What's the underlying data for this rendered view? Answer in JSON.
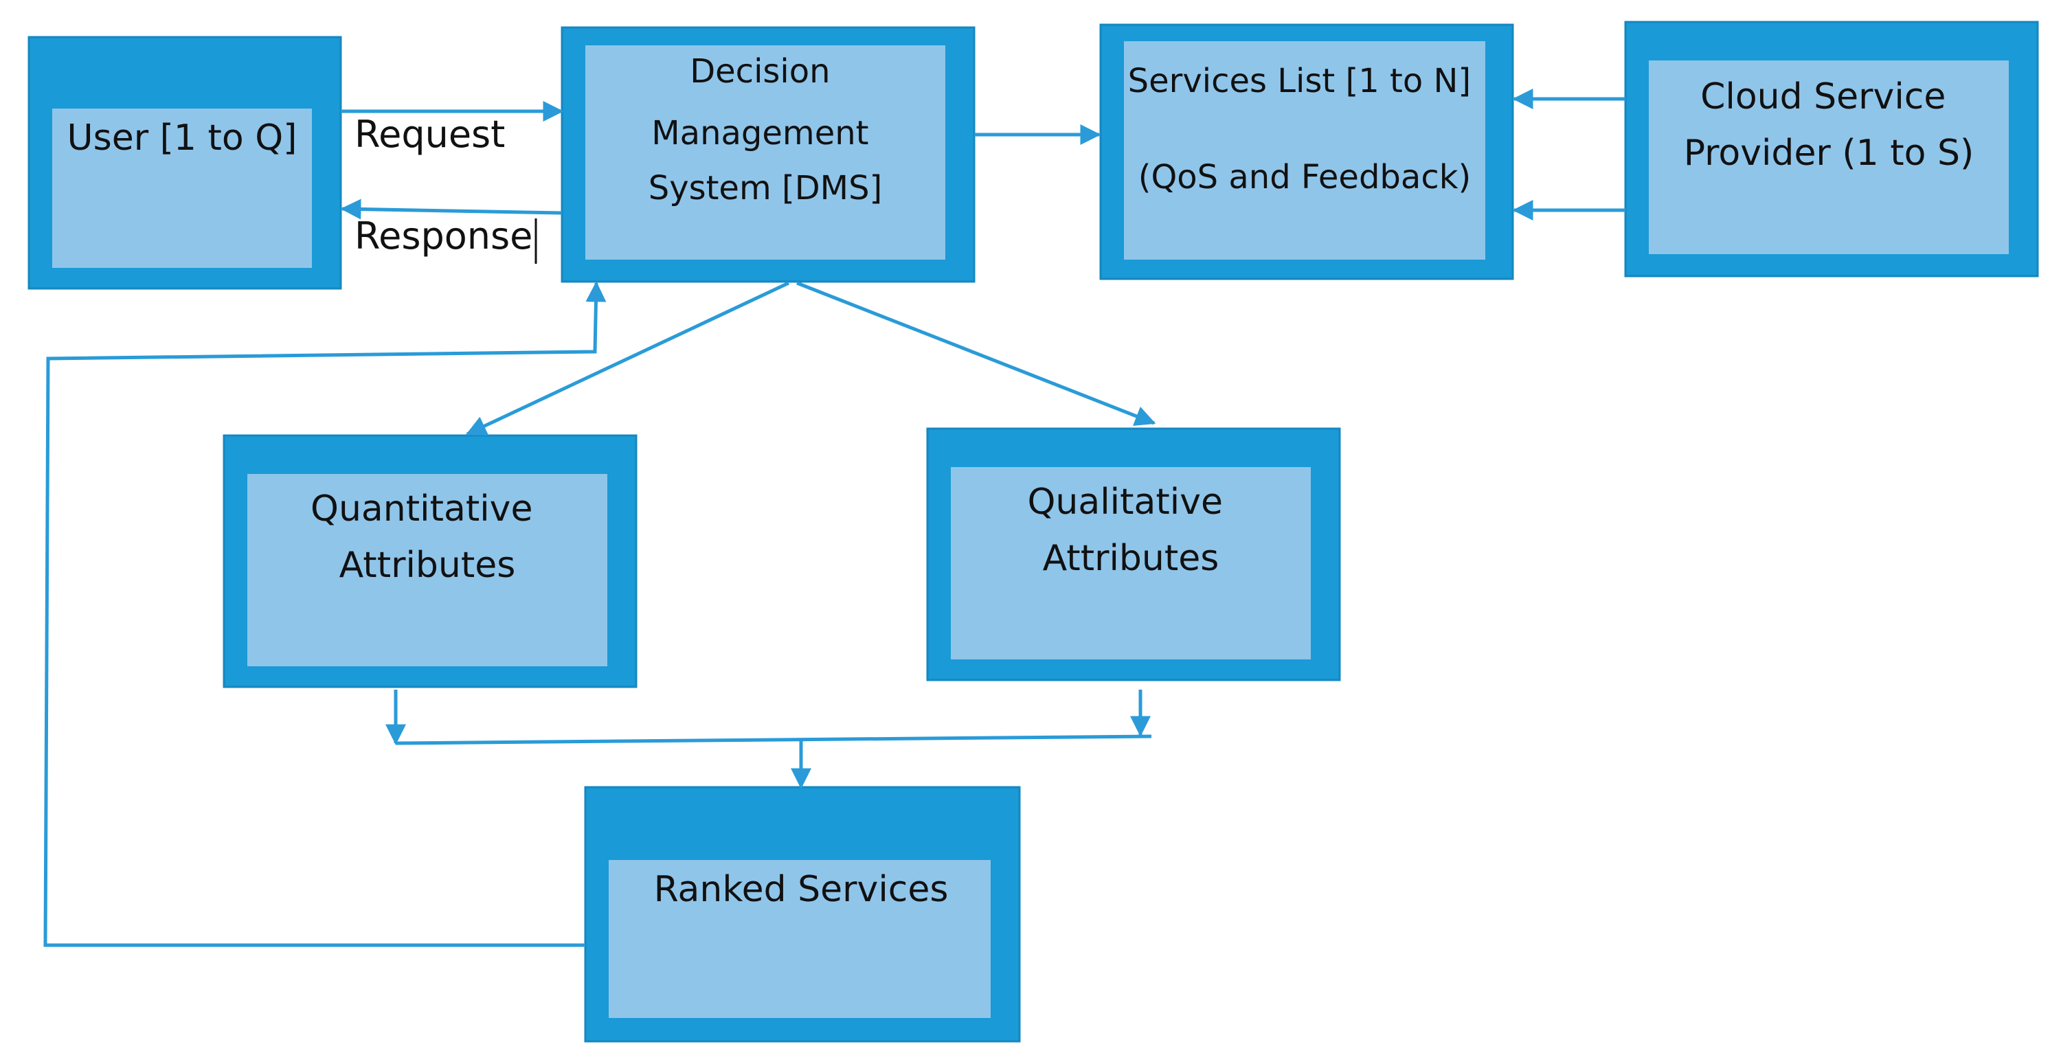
{
  "diagram": {
    "nodes": {
      "user": {
        "lines": [
          "User [1 to Q]"
        ]
      },
      "dms": {
        "lines": [
          "Decision",
          "Management",
          "System [DMS]"
        ]
      },
      "services_list": {
        "lines": [
          "Services List [1 to N]",
          "",
          "(QoS and Feedback)"
        ]
      },
      "cloud_provider": {
        "lines": [
          "Cloud Service",
          "Provider (1 to S)"
        ]
      },
      "quantitative": {
        "lines": [
          "Quantitative",
          "Attributes"
        ]
      },
      "qualitative": {
        "lines": [
          "Qualitative",
          "Attributes"
        ]
      },
      "ranked": {
        "lines": [
          "Ranked Services"
        ]
      }
    },
    "edges": {
      "request_label": "Request",
      "response_label": "Response"
    },
    "colors": {
      "box_outer": "#1a9ad6",
      "box_inner": "#90c5ea",
      "connector": "#2a9bd8"
    }
  }
}
